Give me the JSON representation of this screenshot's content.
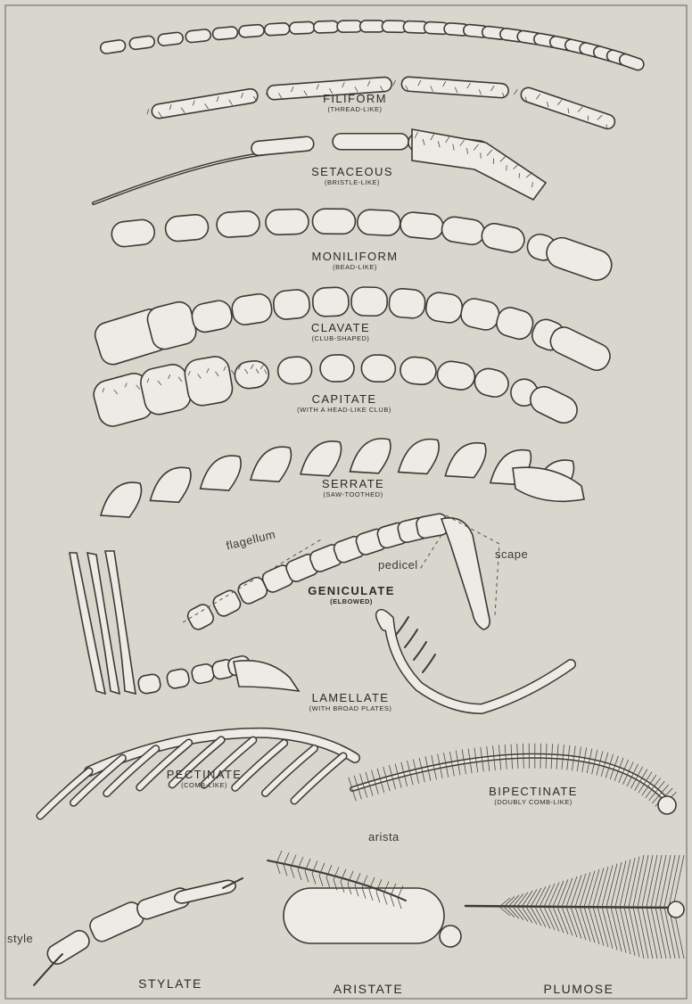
{
  "types": [
    {
      "name": "FILIFORM",
      "sub": "(THREAD-LIKE)"
    },
    {
      "name": "SETACEOUS",
      "sub": "(BRISTLE-LIKE)"
    },
    {
      "name": "MONILIFORM",
      "sub": "(BEAD-LIKE)"
    },
    {
      "name": "CLAVATE",
      "sub": "(CLUB-SHAPED)"
    },
    {
      "name": "CAPITATE",
      "sub": "(WITH A HEAD-LIKE CLUB)"
    },
    {
      "name": "SERRATE",
      "sub": "(SAW-TOOTHED)"
    },
    {
      "name": "GENICULATE",
      "sub": "(ELBOWED)"
    },
    {
      "name": "LAMELLATE",
      "sub": "(WITH BROAD PLATES)"
    },
    {
      "name": "PECTINATE",
      "sub": "(COMB-LIKE)"
    },
    {
      "name": "BIPECTINATE",
      "sub": "(DOUBLY COMB-LIKE)"
    },
    {
      "name": "STYLATE",
      "sub": ""
    },
    {
      "name": "ARISTATE",
      "sub": ""
    },
    {
      "name": "PLUMOSE",
      "sub": ""
    }
  ],
  "parts": {
    "flagellum": "flagellum",
    "pedicel": "pedicel",
    "scape": "scape",
    "arista": "arista",
    "style": "style"
  }
}
